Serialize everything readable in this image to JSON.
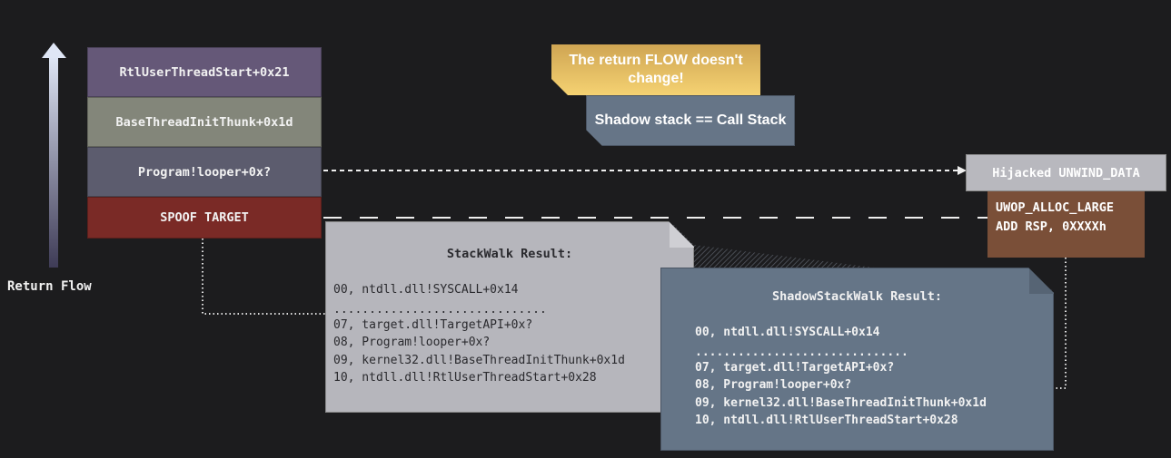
{
  "stack_frames": [
    {
      "label": "RtlUserThreadStart+0x21",
      "color": "#655878"
    },
    {
      "label": "BaseThreadInitThunk+0x1d",
      "color": "#83867a"
    },
    {
      "label": "Program!looper+0x?",
      "color": "#5c5c6e"
    },
    {
      "label": "SPOOF TARGET",
      "color": "#7a2a26"
    }
  ],
  "return_flow_label": "Return Flow",
  "notes": {
    "flow": "The return FLOW doesn't change!",
    "shadow": "Shadow stack == Call Stack"
  },
  "unwind": {
    "hijacked": "Hijacked UNWIND_DATA",
    "op_line1": "UWOP_ALLOC_LARGE",
    "op_line2": "ADD RSP, 0XXXXh"
  },
  "stackwalk": {
    "title": "StackWalk Result:",
    "lines": [
      "00, ntdll.dll!SYSCALL+0x14",
      "..............................",
      "07, target.dll!TargetAPI+0x?",
      "08, Program!looper+0x?",
      "09, kernel32.dll!BaseThreadInitThunk+0x1d",
      "10, ntdll.dll!RtlUserThreadStart+0x28"
    ]
  },
  "shadowstackwalk": {
    "title": "ShadowStackWalk Result:",
    "lines": [
      "00, ntdll.dll!SYSCALL+0x14",
      "..............................",
      "07, target.dll!TargetAPI+0x?",
      "08, Program!looper+0x?",
      "09, kernel32.dll!BaseThreadInitThunk+0x1d",
      "10, ntdll.dll!RtlUserThreadStart+0x28"
    ]
  }
}
